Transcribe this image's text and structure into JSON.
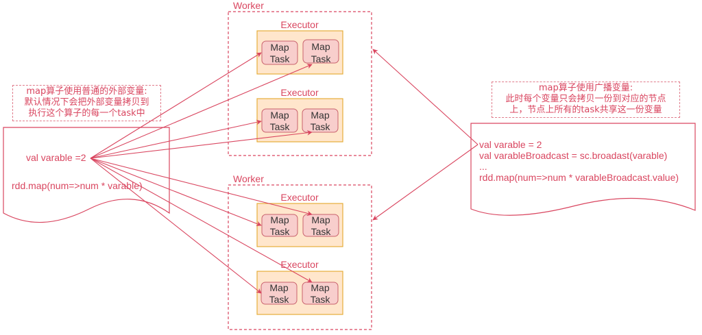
{
  "colors": {
    "accent_red": "#d9455f",
    "executor_fill": "#ffe6cc",
    "executor_border": "#e5ad3a",
    "task_fill": "#f8cecc",
    "task_border": "#c9616d",
    "task_text": "#333333"
  },
  "workers": [
    {
      "label": "Worker",
      "executors": [
        {
          "label": "Executor",
          "tasks": [
            {
              "line1": "Map",
              "line2": "Task"
            },
            {
              "line1": "Map",
              "line2": "Task"
            }
          ]
        },
        {
          "label": "Executor",
          "tasks": [
            {
              "line1": "Map",
              "line2": "Task"
            },
            {
              "line1": "Map",
              "line2": "Task"
            }
          ]
        }
      ]
    },
    {
      "label": "Worker",
      "executors": [
        {
          "label": "Executor",
          "tasks": [
            {
              "line1": "Map",
              "line2": "Task"
            },
            {
              "line1": "Map",
              "line2": "Task"
            }
          ]
        },
        {
          "label": "Executor",
          "tasks": [
            {
              "line1": "Map",
              "line2": "Task"
            },
            {
              "line1": "Map",
              "line2": "Task"
            }
          ]
        }
      ]
    }
  ],
  "left_note": {
    "lines": [
      "map算子使用普通的外部变量:",
      "默认情况下会把外部变量拷贝到",
      "执行这个算子的每一个task中"
    ]
  },
  "left_code": {
    "line1": "val varable =2",
    "line2": "rdd.map(num=>num * varable)"
  },
  "right_note": {
    "lines": [
      "map算子使用广播变量:",
      "此时每个变量只会拷贝一份到对应的节点",
      "上，节点上所有的task共享这一份变量"
    ]
  },
  "right_code": {
    "lines": [
      "val varable = 2",
      "val varableBroadcast = sc.broadast(varable)",
      "...",
      "rdd.map(num=>num * varableBroadcast.value)"
    ]
  }
}
